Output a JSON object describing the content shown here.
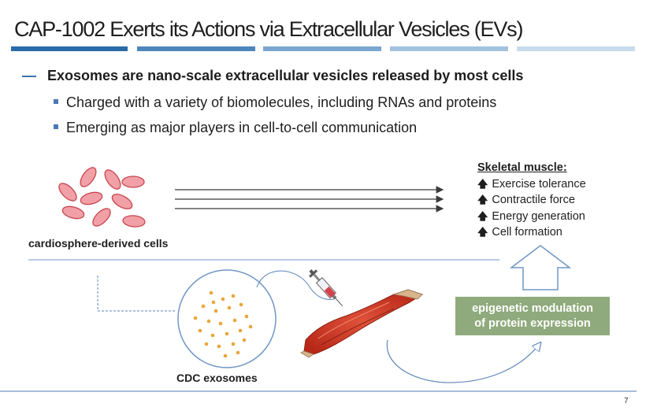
{
  "title": "CAP-1002 Exerts its Actions via Extracellular Vesicles (EVs)",
  "header_bars": {
    "colors": [
      "#2a6aa8",
      "#4e86bc",
      "#7aa6cf",
      "#a3c2df",
      "#c9dcee"
    ]
  },
  "bullets": {
    "main": "Exosomes are nano-scale  extracellular  vesicles  released  by most cells",
    "dash": "—",
    "subs": [
      "Charged with  a variety of biomolecules,  including  RNAs and proteins",
      "Emerging  as major players in cell-to-cell  communication"
    ]
  },
  "diagram": {
    "cells_label": "cardiosphere-derived cells",
    "exosomes_label": "CDC exosomes",
    "epigenetic_line1": "epigenetic modulation",
    "epigenetic_line2": "of protein expression",
    "muscle": {
      "header": "Skeletal muscle:",
      "arrow_glyph": "🡅",
      "items": [
        "Exercise tolerance",
        "Contractile force",
        "Energy generation",
        "Cell formation"
      ]
    },
    "colors": {
      "cell_fill": "#f0a0a6",
      "cell_stroke": "#c8454f",
      "dot": "#e8a63a",
      "box": "#8faa7c"
    }
  },
  "page_number": "7"
}
